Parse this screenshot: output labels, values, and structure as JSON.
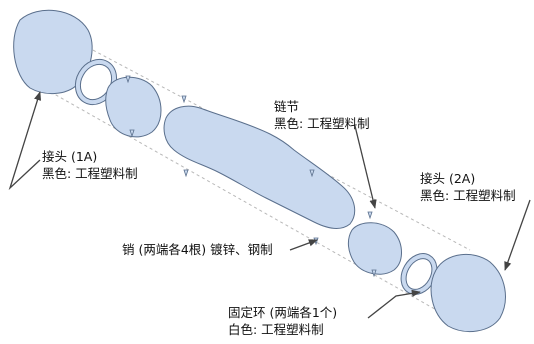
{
  "colors": {
    "part_fill": "#c9d9ef",
    "part_stroke": "#5a6f8c",
    "pin_fill": "#c9d9ef",
    "leader": "#444444",
    "axis": "#b8b8b8"
  },
  "labels": {
    "connector_1a": {
      "line1": "接头 (1A)",
      "line2": "黑色: 工程塑料制"
    },
    "link": {
      "line1": "链节",
      "line2": "黑色: 工程塑料制"
    },
    "connector_2a": {
      "line1": "接头 (2A)",
      "line2": "黑色: 工程塑料制"
    },
    "pin": {
      "line1": "销 (两端各4根) 镀锌、钢制"
    },
    "retaining_ring": {
      "line1": "固定环 (两端各1个)",
      "line2": "白色: 工程塑料制"
    }
  }
}
